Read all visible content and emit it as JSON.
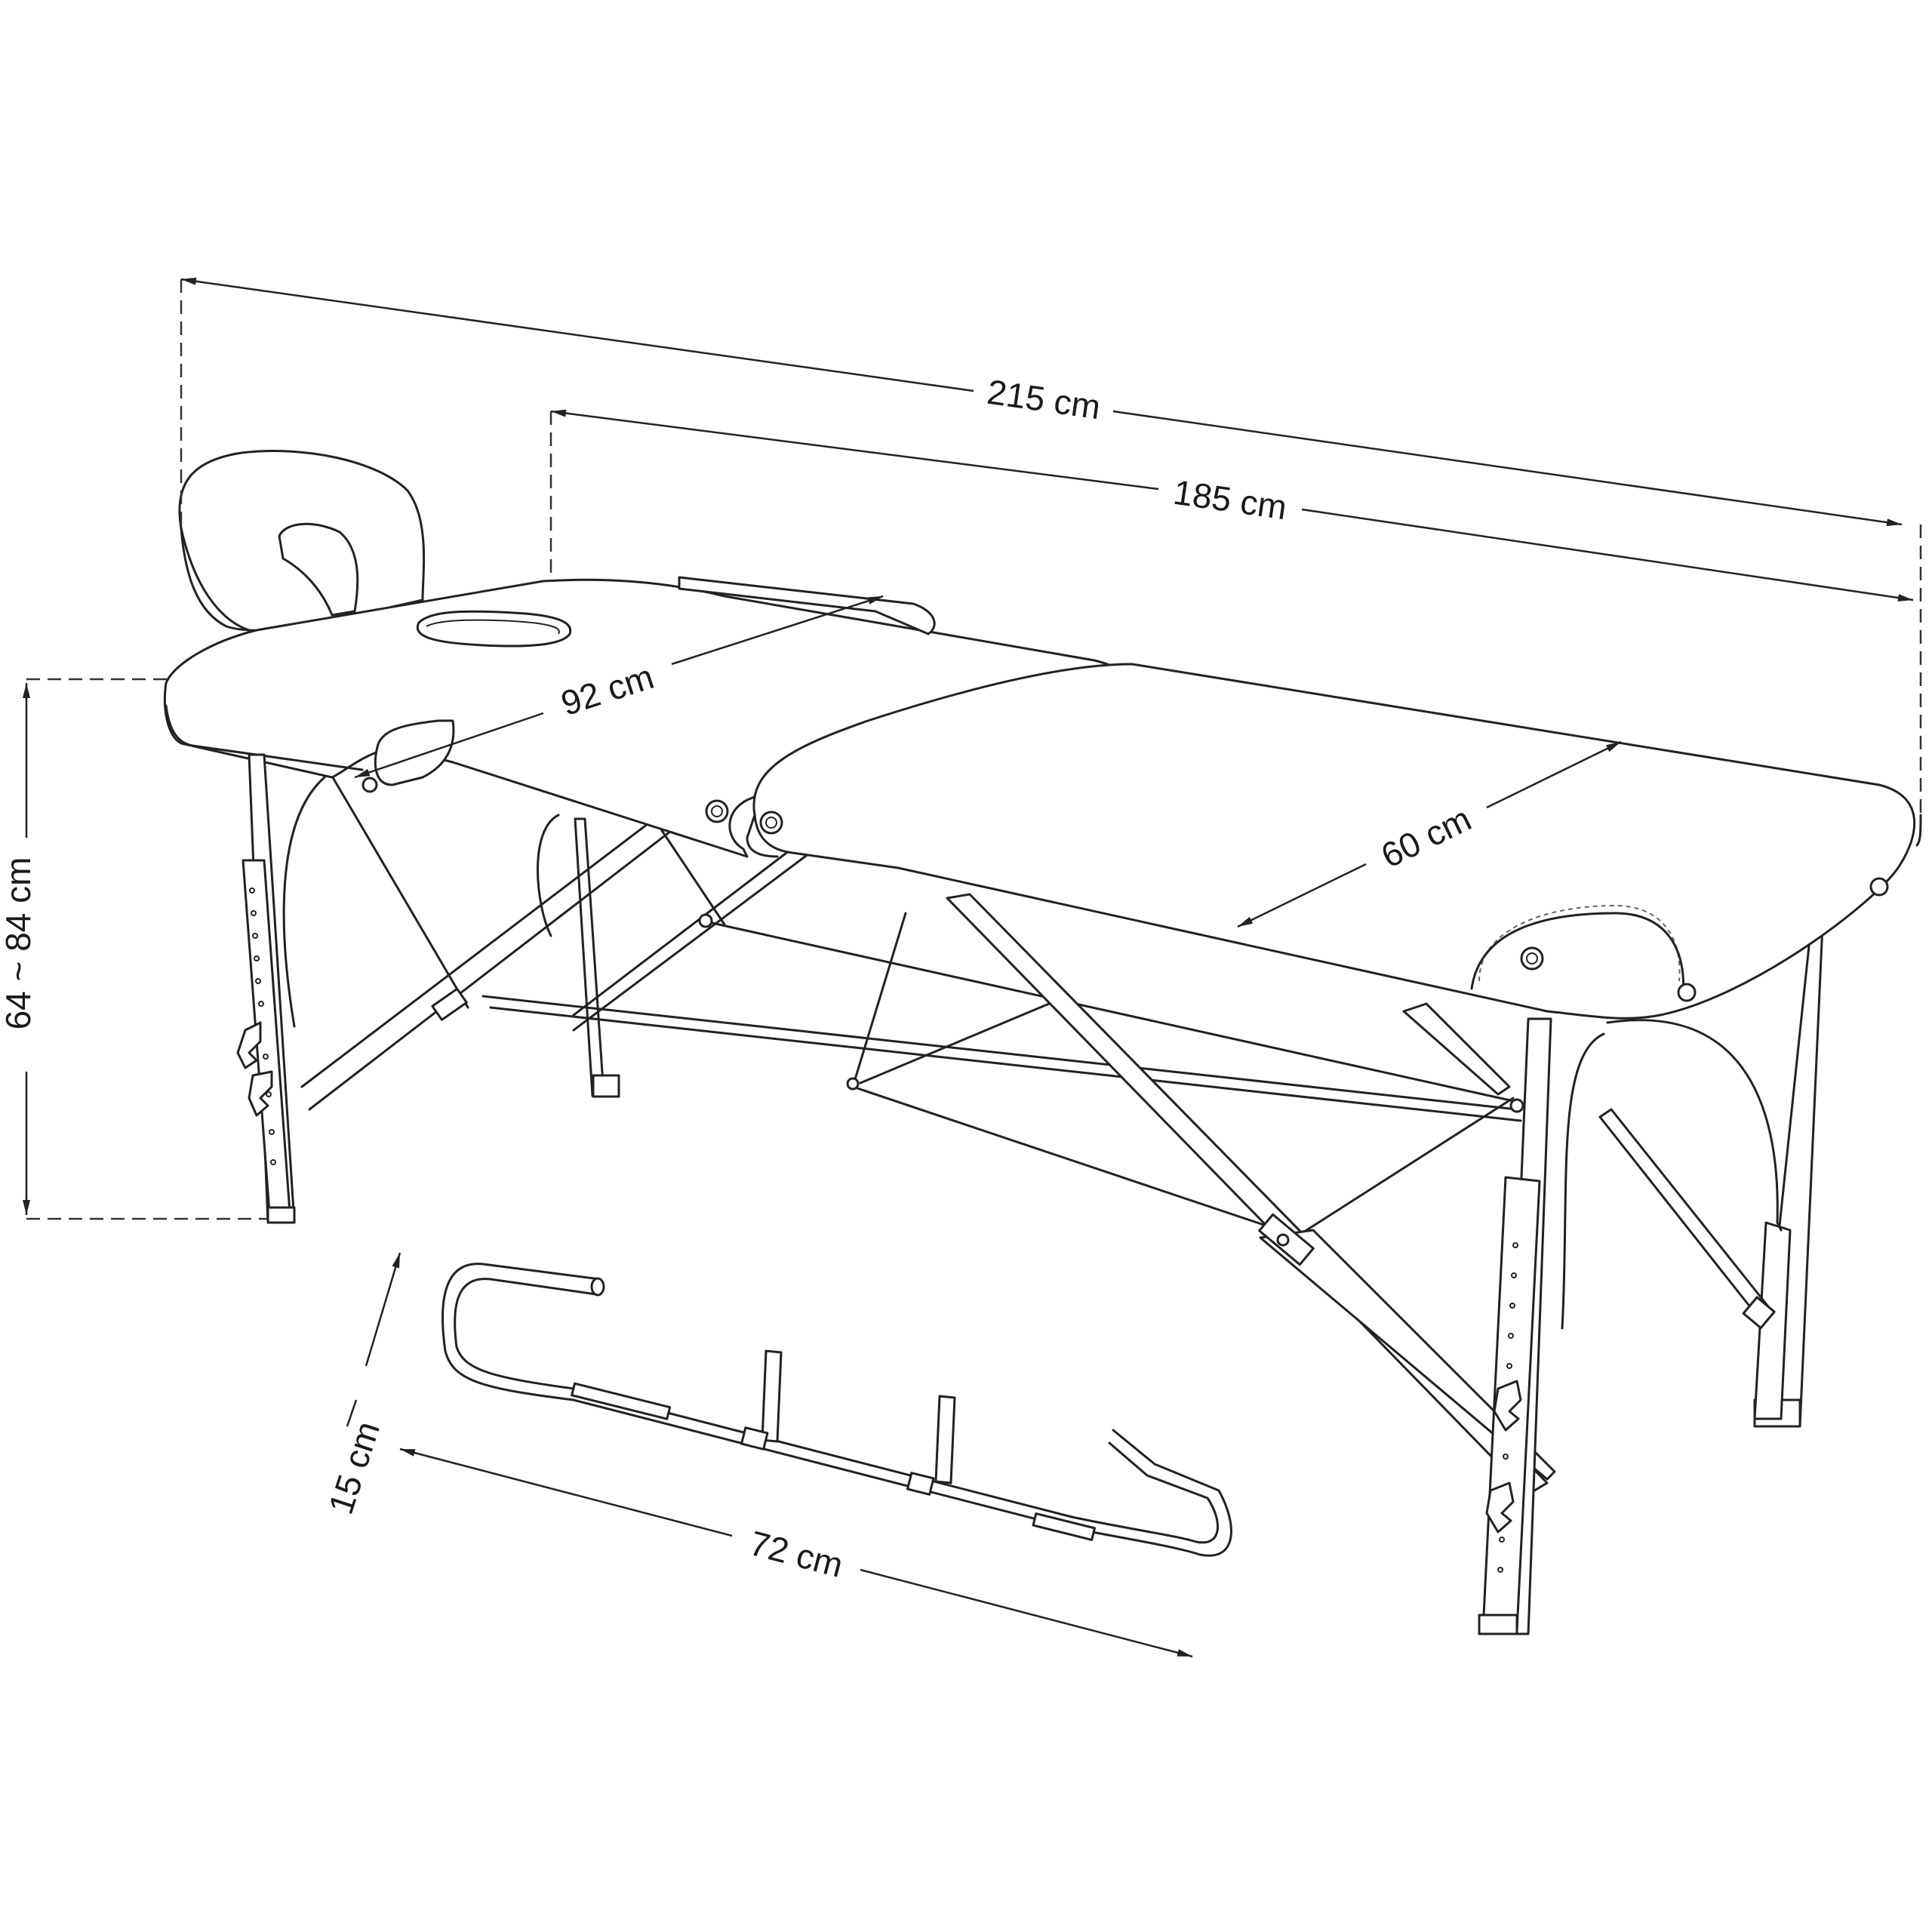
{
  "dimensions": {
    "total_length": "215 cm",
    "top_length": "185 cm",
    "section_length": "92 cm",
    "width": "60 cm",
    "height_range": "64 ~ 84 cm",
    "arm_rest_depth": "15 cm",
    "arm_rest_width": "72 cm"
  },
  "colors": {
    "line": "#222222",
    "background": "#ffffff"
  }
}
